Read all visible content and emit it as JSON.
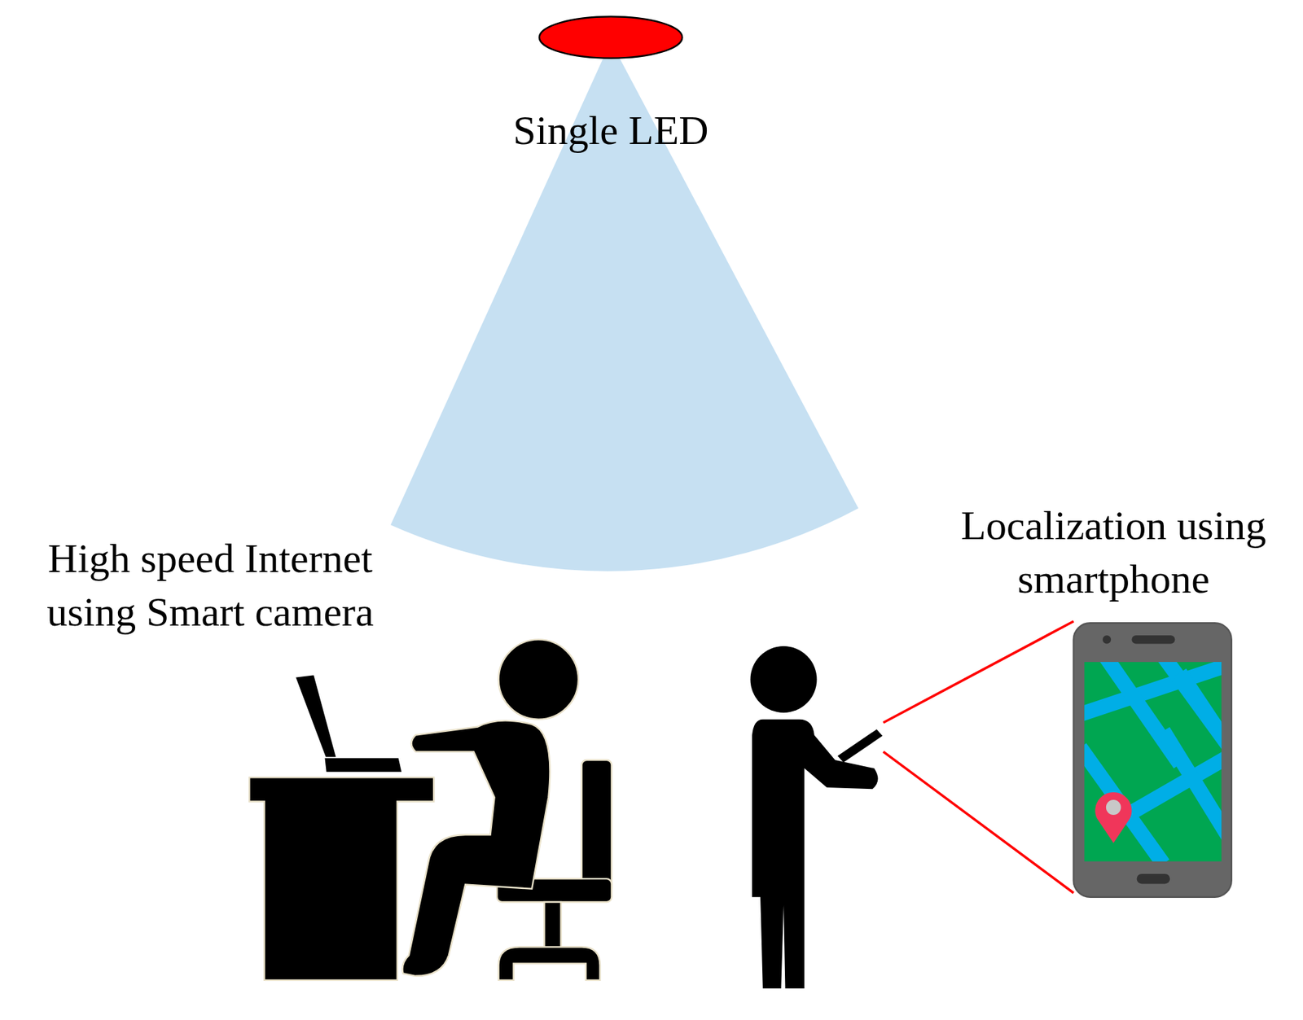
{
  "diagram": {
    "labels": [
      "Single LED",
      "High speed Internet using Smart camera",
      "Localization using smartphone"
    ]
  }
}
